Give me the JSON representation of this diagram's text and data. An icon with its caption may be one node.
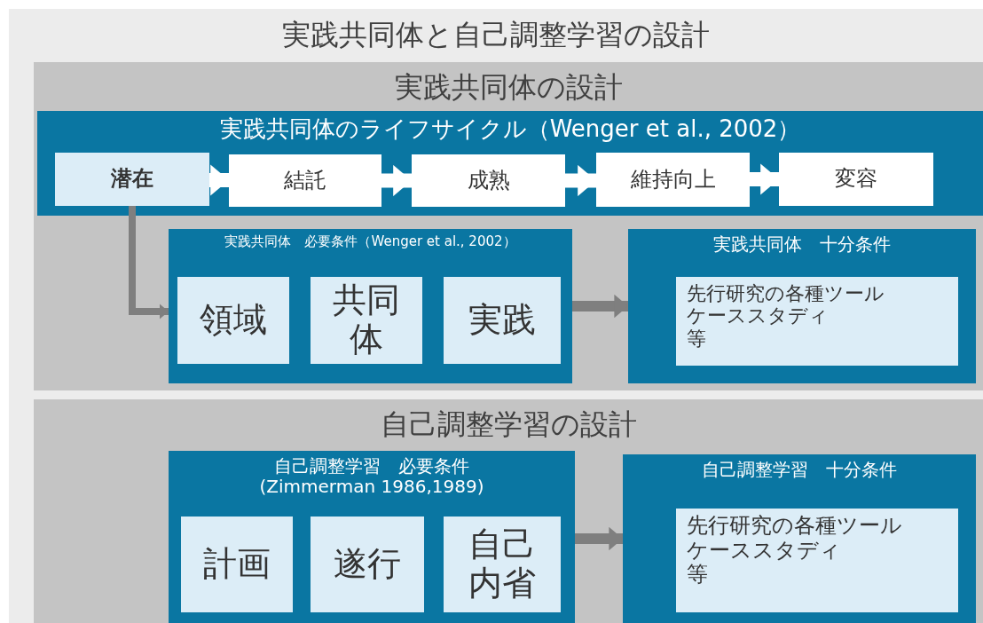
{
  "diagram": {
    "title": "実践共同体と自己調整学習の設計",
    "nodes": [
      {
        "text": [
          "実践共同体の設計"
        ]
      },
      {
        "text": [
          "実践共同体のライフサイクル（Wenger et al., 2002）"
        ],
        "in": 0
      },
      {
        "text": [
          "潜在"
        ],
        "in": 1
      },
      {
        "text": [
          "結託"
        ],
        "in": 1
      },
      {
        "text": [
          "成熟"
        ],
        "in": 1
      },
      {
        "text": [
          "維持向上"
        ],
        "in": 1
      },
      {
        "text": [
          "変容"
        ],
        "in": 1
      },
      {
        "text": [
          "実践共同体　必要条件（Wenger et al., 2002）"
        ],
        "in": 0
      },
      {
        "text": [
          "領域"
        ],
        "in": 7
      },
      {
        "text": [
          "共同体"
        ],
        "in": 7
      },
      {
        "text": [
          "実践"
        ],
        "in": 7
      },
      {
        "text": [
          "実践共同体　十分条件"
        ],
        "in": 0
      },
      {
        "text": [
          "先行研究の各種ツール",
          "ケーススタディ",
          "等"
        ],
        "in": 11
      },
      {
        "text": [
          "自己調整学習の設計"
        ]
      },
      {
        "text": [
          "自己調整学習　必要条件",
          "(Zimmerman 1986,1989)"
        ],
        "in": 13
      },
      {
        "text": [
          "計画"
        ],
        "in": 14
      },
      {
        "text": [
          "遂行"
        ],
        "in": 14
      },
      {
        "text": [
          "自己内省"
        ],
        "in": 14
      },
      {
        "text": [
          "自己調整学習　十分条件"
        ],
        "in": 13
      },
      {
        "text": [
          "先行研究の各種ツール",
          "ケーススタディ",
          "等"
        ],
        "in": 18
      }
    ],
    "edges": [
      {
        "from": 2,
        "to": 3,
        "arrow": "to"
      },
      {
        "from": 3,
        "to": 4,
        "arrow": "to"
      },
      {
        "from": 4,
        "to": 5,
        "arrow": "to"
      },
      {
        "from": 5,
        "to": 6,
        "arrow": "to"
      },
      {
        "from": 2,
        "to": 7,
        "arrow": "to",
        "color": "#7f7f7f"
      },
      {
        "from": 7,
        "to": 11,
        "arrow": "to",
        "color": "#7f7f7f"
      },
      {
        "from": 14,
        "to": 18,
        "arrow": "to",
        "color": "#7f7f7f"
      }
    ]
  }
}
